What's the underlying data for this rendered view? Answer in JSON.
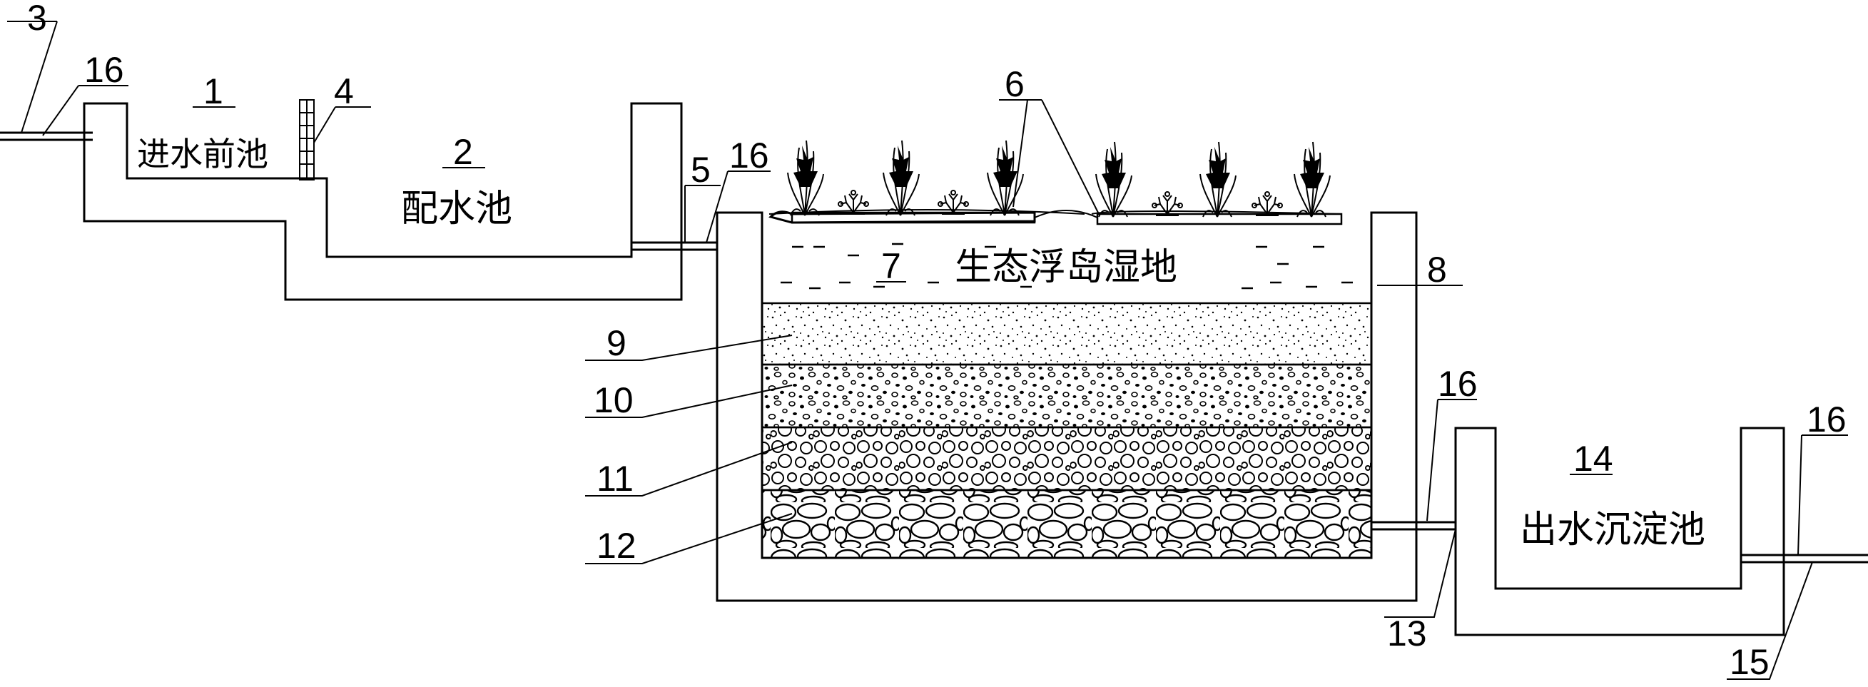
{
  "labels": {
    "n1": "1",
    "n2": "2",
    "n3": "3",
    "n4": "4",
    "n5": "5",
    "n6": "6",
    "n7": "7",
    "n8": "8",
    "n9": "9",
    "n10": "10",
    "n11": "11",
    "n12": "12",
    "n13": "13",
    "n14": "14",
    "n15": "15",
    "n16a": "16",
    "n16b": "16",
    "n16c": "16",
    "n16d": "16"
  },
  "tanks": {
    "inlet_pretank": "进水前池",
    "distribution_tank": "配水池",
    "wetland": "生态浮岛湿地",
    "outlet_settling_tank": "出水沉淀池"
  }
}
